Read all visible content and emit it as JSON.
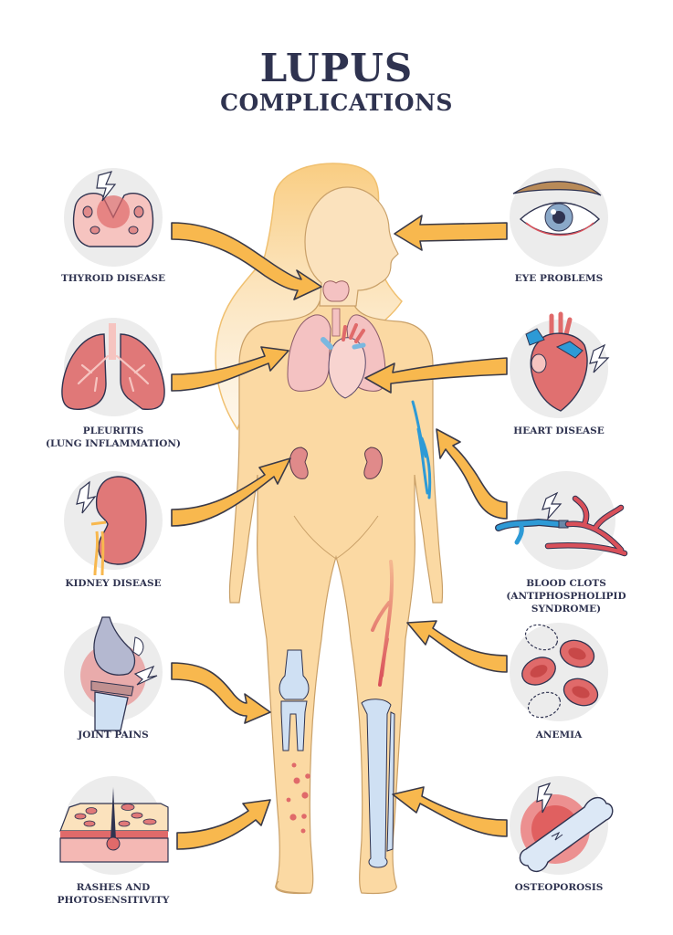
{
  "title": {
    "line1": "LUPUS",
    "line2": "COMPLICATIONS"
  },
  "colors": {
    "title": "#2f3350",
    "arrow_fill": "#f8b84e",
    "arrow_stroke": "#3a3a48",
    "skin": "#fbd9a3",
    "hair": "#f9cd82",
    "icon_bg": "#ececec",
    "organ_red": "#e06a6a",
    "organ_pink": "#f4b8b4",
    "bone": "#cfe0f3",
    "vein_blue": "#2d9ad6",
    "artery_red": "#d9505a"
  },
  "complications": {
    "left": [
      {
        "id": "thyroid",
        "label_line1": "THYROID DISEASE",
        "label_line2": "",
        "icon": "thyroid-icon",
        "target": "neck"
      },
      {
        "id": "lungs",
        "label_line1": "PLEURITIS",
        "label_line2": "(LUNG INFLAMMATION)",
        "icon": "lungs-icon",
        "target": "chest"
      },
      {
        "id": "kidney",
        "label_line1": "KIDNEY DISEASE",
        "label_line2": "",
        "icon": "kidney-icon",
        "target": "abdomen"
      },
      {
        "id": "joint",
        "label_line1": "JOINT PAINS",
        "label_line2": "",
        "icon": "knee-joint-icon",
        "target": "right-knee"
      },
      {
        "id": "rashes",
        "label_line1": "RASHES AND",
        "label_line2": "PHOTOSENSITIVITY",
        "icon": "skin-layer-icon",
        "target": "lower-leg"
      }
    ],
    "right": [
      {
        "id": "eye",
        "label_line1": "EYE PROBLEMS",
        "label_line2": "",
        "icon": "eye-icon",
        "target": "face"
      },
      {
        "id": "heart",
        "label_line1": "HEART DISEASE",
        "label_line2": "",
        "icon": "heart-icon",
        "target": "heart"
      },
      {
        "id": "clots",
        "label_line1": "BLOOD CLOTS",
        "label_line2": "(ANTIPHOSPHOLIPID SYNDROME)",
        "icon": "blood-vessel-icon",
        "target": "arm-veins"
      },
      {
        "id": "anemia",
        "label_line1": "ANEMIA",
        "label_line2": "",
        "icon": "red-blood-cells-icon",
        "target": "thigh-artery"
      },
      {
        "id": "osteo",
        "label_line1": "OSTEOPOROSIS",
        "label_line2": "",
        "icon": "broken-bone-icon",
        "target": "shin-bone"
      }
    ]
  }
}
